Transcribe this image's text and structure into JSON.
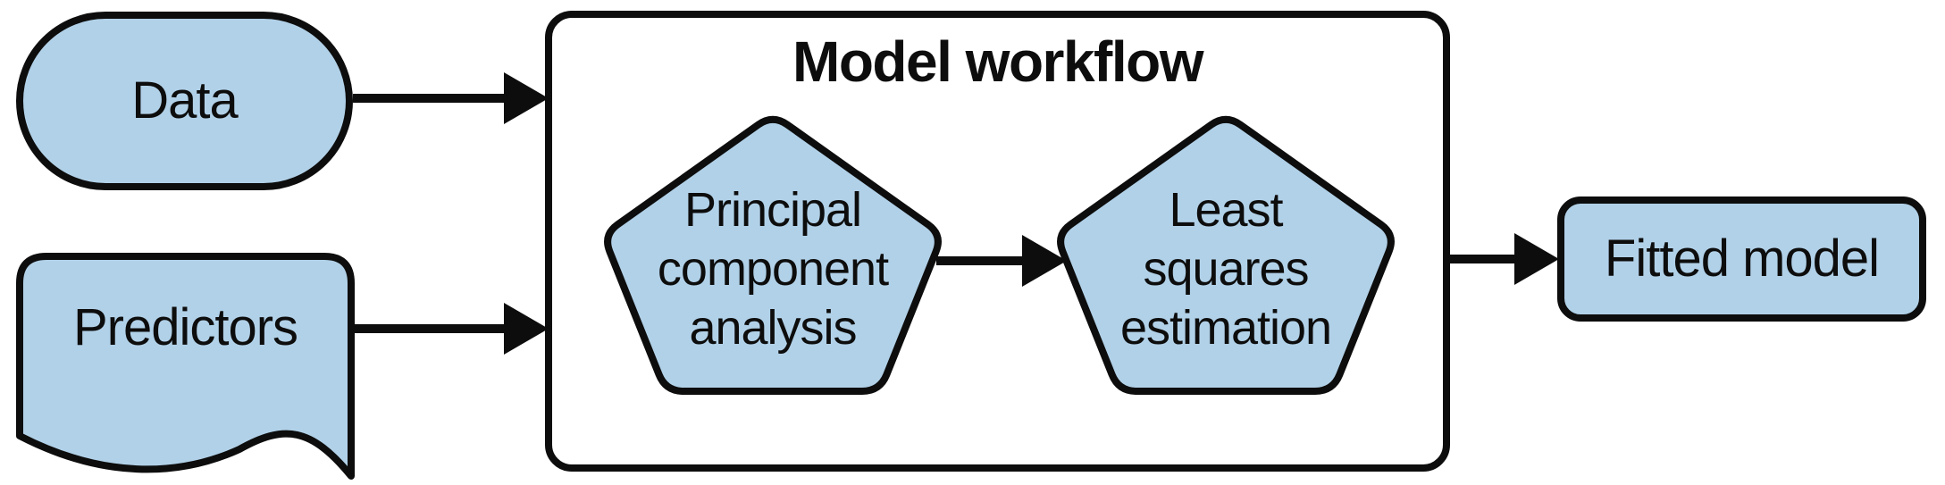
{
  "diagram": {
    "title": "Model workflow",
    "nodes": {
      "data": {
        "label": "Data",
        "shape": "stadium"
      },
      "predictors": {
        "label": "Predictors",
        "shape": "document"
      },
      "pca": {
        "label": "Principal component analysis",
        "shape": "pentagon"
      },
      "lse": {
        "label": "Least squares estimation",
        "shape": "pentagon"
      },
      "fitted_model": {
        "label": "Fitted model",
        "shape": "rounded-rectangle"
      }
    },
    "edges": [
      {
        "from": "data",
        "to": "model-workflow"
      },
      {
        "from": "predictors",
        "to": "model-workflow"
      },
      {
        "from": "pca",
        "to": "lse"
      },
      {
        "from": "model-workflow",
        "to": "fitted_model"
      }
    ],
    "colors": {
      "node_fill": "#b1d1e8",
      "stroke": "#0d0d0d",
      "background": "#ffffff"
    }
  }
}
